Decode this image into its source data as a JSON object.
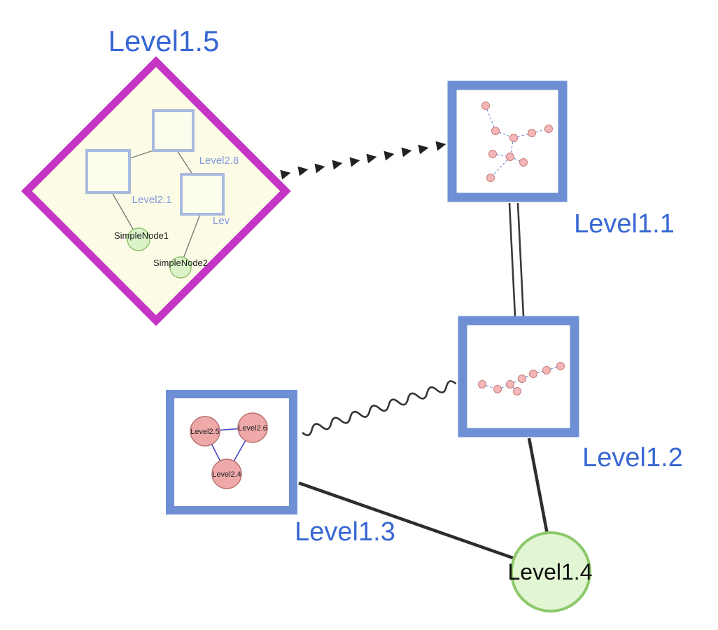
{
  "diagram": {
    "type": "nested-graph-visualization",
    "background": "#ffffff",
    "colors": {
      "group_diamond_border": "#c435c4",
      "group_diamond_fill": "#fcfce6",
      "group_square_border": "#6e8fd4",
      "group_square_fill": "#ffffff",
      "label_blue": "#3767d2",
      "label_black": "#0c0c0c",
      "leaf_green_fill": "#dcf3ca",
      "leaf_green_border": "#90c46e",
      "inner_pink_fill": "#efa9a9",
      "inner_pink_border": "#b97272",
      "inner_edge_blue": "#3d3dc0",
      "mini_edge_dashed_blue": "#5b78cc",
      "edge_black": "#2d2d2d"
    }
  },
  "nodes": {
    "level1_5": {
      "label": "Level1.5",
      "shape": "diamond-group"
    },
    "level1_1": {
      "label": "Level1.1",
      "shape": "square-group"
    },
    "level1_2": {
      "label": "Level1.2",
      "shape": "square-group"
    },
    "level1_3": {
      "label": "Level1.3",
      "shape": "square-group"
    },
    "level1_4": {
      "label": "Level1.4",
      "shape": "circle"
    }
  },
  "inner": {
    "level2_8": {
      "label": "Level2.8",
      "shape": "square",
      "parent": "Level1.5"
    },
    "level2_1": {
      "label": "Level2.1",
      "shape": "square",
      "parent": "Level1.5"
    },
    "level2_x": {
      "label": "Lev",
      "shape": "square",
      "parent": "Level1.5"
    },
    "simple1": {
      "label": "SimpleNode1",
      "shape": "circle",
      "parent": "Level1.5"
    },
    "simple2": {
      "label": "SimpleNode2",
      "shape": "circle",
      "parent": "Level1.5"
    },
    "level2_5": {
      "label": "Level2.5",
      "shape": "circle",
      "parent": "Level1.3"
    },
    "level2_6": {
      "label": "Level2.6",
      "shape": "circle",
      "parent": "Level1.3"
    },
    "level2_4": {
      "label": "Level2.4",
      "shape": "circle",
      "parent": "Level1.3"
    }
  },
  "edges": [
    {
      "from": "Level1.5",
      "to": "Level1.1",
      "style": "thick-dashed-arrow"
    },
    {
      "from": "Level1.1",
      "to": "Level1.2",
      "style": "double-parallel-line"
    },
    {
      "from": "Level1.3",
      "to": "Level1.2",
      "style": "wavy-line"
    },
    {
      "from": "Level1.3",
      "to": "Level1.4",
      "style": "solid-line"
    },
    {
      "from": "Level1.2",
      "to": "Level1.4",
      "style": "solid-line"
    }
  ],
  "inner_edges": [
    {
      "from": "Level2.8",
      "to": "Level2.1"
    },
    {
      "from": "Level2.8",
      "to": "Lev"
    },
    {
      "from": "Level2.1",
      "to": "SimpleNode1"
    },
    {
      "from": "Lev",
      "to": "SimpleNode2"
    },
    {
      "from": "Level2.5",
      "to": "Level2.6"
    },
    {
      "from": "Level2.5",
      "to": "Level2.4"
    },
    {
      "from": "Level2.6",
      "to": "Level2.4"
    }
  ]
}
